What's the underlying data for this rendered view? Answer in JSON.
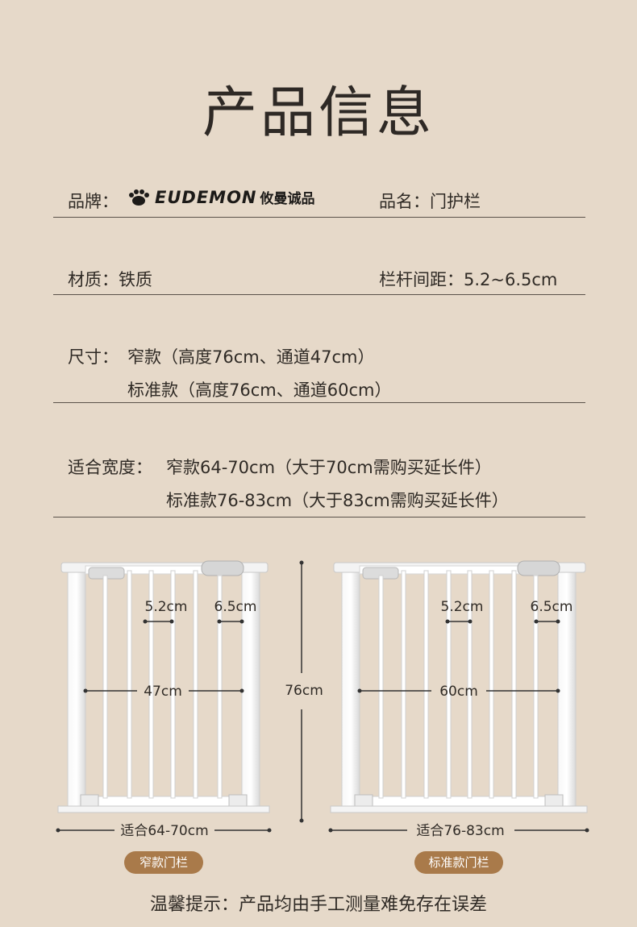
{
  "title": "产品信息",
  "brand": {
    "label": "品牌：",
    "logo_text": "EUDEMON",
    "name_cn": "攸曼诚品"
  },
  "product_name": {
    "label": "品名：",
    "value": "门护栏"
  },
  "material": {
    "label": "材质：",
    "value": "铁质"
  },
  "spacing": {
    "label": "栏杆间距：",
    "value": "5.2~6.5cm"
  },
  "size": {
    "label": "尺寸：",
    "line1": "窄款（高度76cm、通道47cm）",
    "line2": "标准款（高度76cm、通道60cm）"
  },
  "fit_width": {
    "label": "适合宽度：",
    "line1": "窄款64-70cm（大于70cm需购买延长件）",
    "line2": "标准款76-83cm（大于83cm需购买延长件）"
  },
  "diagram": {
    "height_label": "76cm",
    "narrow": {
      "gap_a": "5.2cm",
      "gap_b": "6.5cm",
      "passage": "47cm",
      "fit": "适合64-70cm",
      "badge": "窄款门栏"
    },
    "standard": {
      "gap_a": "5.2cm",
      "gap_b": "6.5cm",
      "passage": "60cm",
      "fit": "适合76-83cm",
      "badge": "标准款门栏"
    }
  },
  "tip": "温馨提示：产品均由手工测量难免存在误差",
  "colors": {
    "background": "#e6d9c9",
    "badge": "#a97a4a",
    "text": "#2f2a25"
  }
}
